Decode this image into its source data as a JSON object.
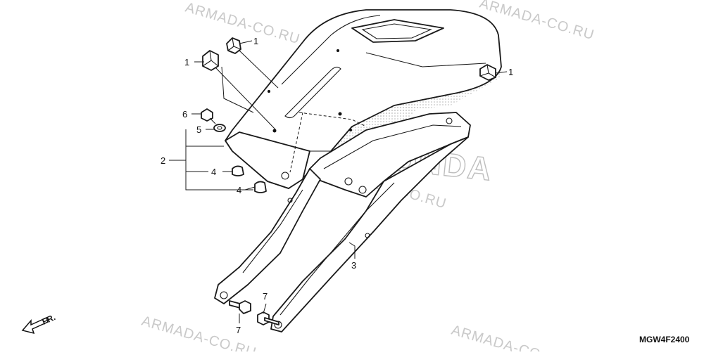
{
  "watermark": {
    "text": "ARMADA-CO.RU",
    "brand": "HONDA",
    "color": "#c9c9c9"
  },
  "callouts": [
    "1",
    "1",
    "1",
    "6",
    "5",
    "2",
    "4",
    "4",
    "3",
    "7",
    "7"
  ],
  "diagram_code": "MGW4F2400",
  "direction_label": "FR.",
  "colors": {
    "ink": "#1a1a1a",
    "dot_screen": "#b0b0b0"
  }
}
